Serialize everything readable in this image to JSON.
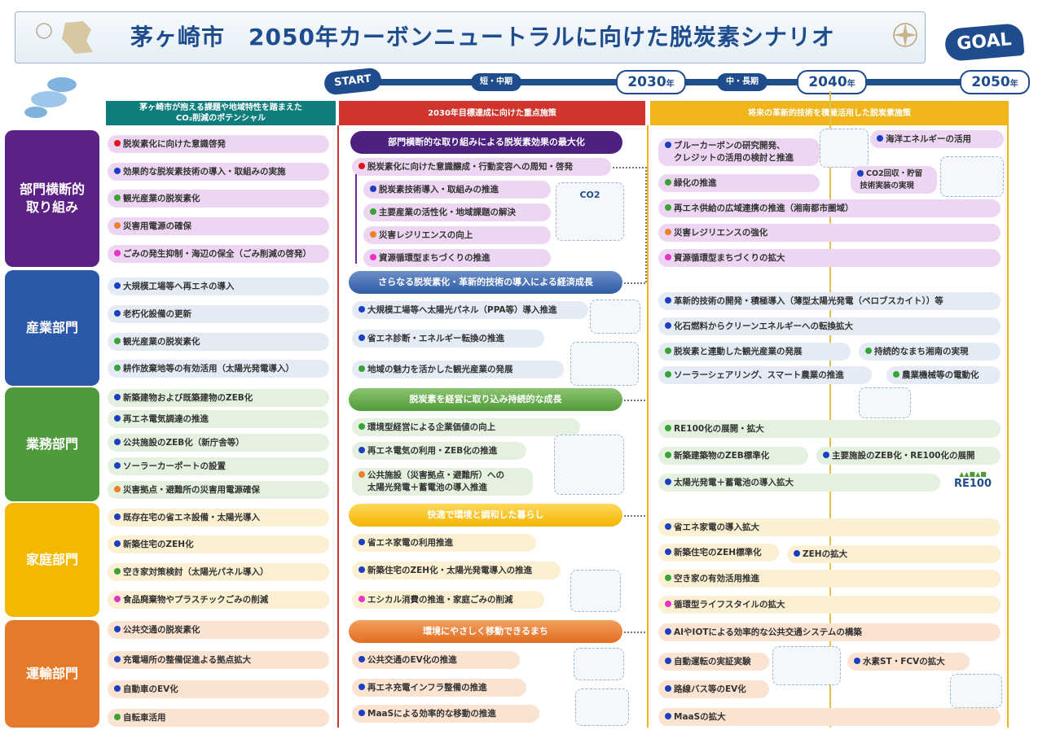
{
  "title": "茅ヶ崎市　2050年カーボンニュートラルに向けた脱炭素シナリオ",
  "goal": "GOAL",
  "timeline": {
    "start": "START",
    "short_mid": "短・中期",
    "mid_long": "中・長期",
    "year_2030": "2030",
    "year_2040": "2040",
    "year_2050": "2050",
    "year_suffix": "年"
  },
  "columns": {
    "left_header_line1": "茅ヶ崎市が抱える課題や地域特性を踏まえた",
    "left_header_line2": "CO₂削減のポテンシャル",
    "mid_header": "2030年目標達成に向けた重点施策",
    "right_header": "将来の革新的技術を積極活用した脱炭素施策"
  },
  "sections": {
    "cross": "部門横断的\n取り組み",
    "industry": "産業部門",
    "business": "業務部門",
    "home": "家庭部門",
    "transport": "運輸部門"
  },
  "left": {
    "cross": [
      "脱炭素化に向けた意識啓発",
      "効果的な脱炭素技術の導入・取組みの実施",
      "観光産業の脱炭素化",
      "災害用電源の確保",
      "ごみの発生抑制・海辺の保全（ごみ削減の啓発）"
    ],
    "industry": [
      "大規模工場等へ再エネの導入",
      "老朽化設備の更新",
      "観光産業の脱炭素化",
      "耕作放棄地等の有効活用（太陽光発電導入）"
    ],
    "business": [
      "新築建物および既築建物のZEB化",
      "再エネ電気調達の推進",
      "公共施設のZEB化（新庁舎等）",
      "ソーラーカーポートの設置",
      "災害拠点・避難所の災害用電源確保"
    ],
    "home": [
      "既存在宅の省エネ設備・太陽光導入",
      "新築住宅のZEH化",
      "空き家対策検討（太陽光パネル導入）",
      "食品廃棄物やプラスチックごみの削減"
    ],
    "transport": [
      "公共交通の脱炭素化",
      "充電場所の整備促進よる拠点拡大",
      "自動車のEV化",
      "自転車活用"
    ]
  },
  "mid": {
    "cross_pill": "部門横断的な取り組みによる脱炭素効果の最大化",
    "cross": [
      "脱炭素化に向けた意識醸成・行動変容への周知・啓発",
      "脱炭素技術導入・取組みの推進",
      "主要産業の活性化・地域課題の解決",
      "災害レジリエンスの向上",
      "資源循環型まちづくりの推進"
    ],
    "industry_pill": "さらなる脱炭素化・革新的技術の導入による経済成長",
    "industry": [
      "大規模工場等へ太陽光パネル（PPA等）導入推進",
      "省エネ診断・エネルギー転換の推進",
      "地域の魅力を活かした観光産業の発展"
    ],
    "business_pill": "脱炭素を経営に取り込み持続的な成長",
    "business": [
      "環境型経営による企業価値の向上",
      "再エネ電気の利用・ZEB化の推進"
    ],
    "business_tall_1": "公共施設（災害拠点・避難所）への",
    "business_tall_2": "太陽光発電＋蓄電池の導入推進",
    "home_pill": "快適で環境と調和した暮らし",
    "home": [
      "省エネ家電の利用推進",
      "新築住宅のZEH化・太陽光発電導入の推進",
      "エシカル消費の推進・家庭ごみの削減"
    ],
    "transport_pill": "環境にやさしく移動できるまち",
    "transport": [
      "公共交通のEV化の推進",
      "再エネ充電インフラ整備の推進",
      "MaaSによる効率的な移動の推進"
    ],
    "co2_label": "CO2"
  },
  "right": {
    "blue_carbon_1": "ブルーカーボンの研究開発、",
    "blue_carbon_2": "クレジットの活用の検討と推進",
    "ocean": "海洋エネルギーの活用",
    "greening": "緑化の推進",
    "ccus_1": "CO2回収・貯留",
    "ccus_2": "技術実装の実現",
    "cross": [
      "再エネ供給の広域連携の推進（湘南都市圏域）",
      "災害レジリエンスの強化",
      "資源循環型まちづくりの拡大"
    ],
    "industry": [
      "革新的技術の開発・積極導入（薄型太陽光発電（ペロブスカイト））等",
      "化石燃料からクリーンエネルギーへの転換拡大",
      "脱炭素と連動した観光産業の発展",
      "持続的なまち湘南の実現",
      "ソーラーシェアリング、スマート農業の推進",
      "農業機械等の電動化"
    ],
    "business": [
      "RE100化の展開・拡大",
      "新築建築物のZEB標準化",
      "主要施設のZEB化・RE100化の展開",
      "太陽光発電＋蓄電池の導入拡大"
    ],
    "re100": "RE100",
    "home": [
      "省エネ家電の導入拡大",
      "新築住宅のZEH標準化",
      "ZEHの拡大",
      "空き家の有効活用推進",
      "循環型ライフスタイルの拡大"
    ],
    "transport": [
      "AIやIOTによる効率的な公共交通システムの構築",
      "自動運転の実証実験",
      "水素ST・FCVの拡大",
      "路線バス等のEV化",
      "MaaSの拡大"
    ]
  },
  "colors": {
    "navy": "#1f4c8c",
    "purple": "#5b2185",
    "blue": "#2c58a8",
    "green": "#4f9a3a",
    "yellow": "#f3b800",
    "orange": "#e47a2a"
  }
}
